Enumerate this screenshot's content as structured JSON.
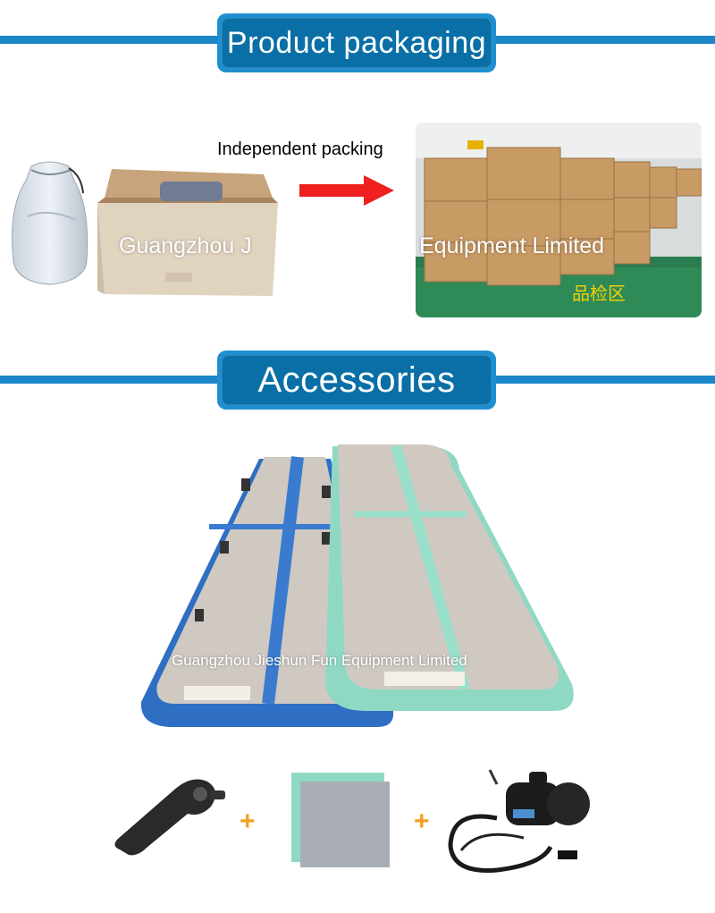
{
  "sections": {
    "packaging_title": "Product packaging",
    "accessories_title": "Accessories"
  },
  "packaging": {
    "caption": "Independent packing",
    "watermark_left": "Guangzhou J",
    "watermark_right": "Equipment Limited",
    "sign_text": "品检区"
  },
  "accessories": {
    "watermark": "Guangzhou Jieshun Fun Equipment Limited",
    "plus_symbol": "+"
  },
  "colors": {
    "banner": "#0a6fa6",
    "band": "#1a86c8",
    "arrow": "#ee2020",
    "plus": "#f0a020",
    "mat_blue": "#2e6fc4",
    "mat_mint": "#8fd9c4",
    "mat_surface": "#cfc9c2"
  },
  "icons": [
    "storage-bag-icon",
    "cardboard-box-icon",
    "red-arrow-icon",
    "valve-wrench-icon",
    "repair-patch-icon",
    "air-pump-icon"
  ]
}
